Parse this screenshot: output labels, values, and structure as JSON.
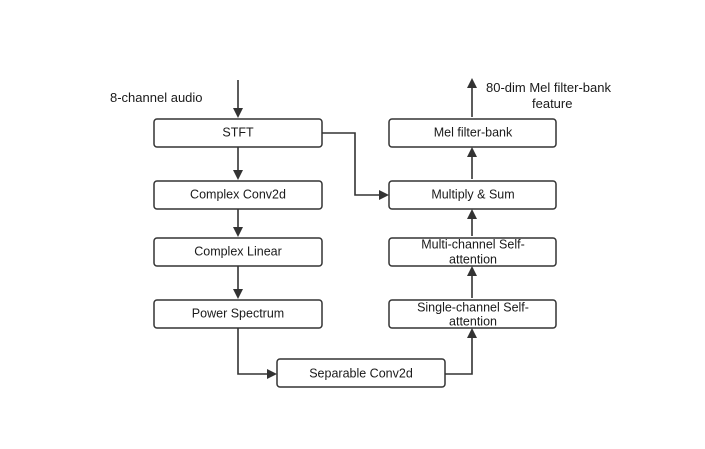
{
  "diagram": {
    "input_label": "8-channel audio",
    "output_label_line1": "80-dim Mel filter-bank",
    "output_label_line2": "feature",
    "nodes": {
      "stft": "STFT",
      "complex_conv2d": "Complex Conv2d",
      "complex_linear": "Complex Linear",
      "power_spectrum": "Power Spectrum",
      "separable_conv2d": "Separable Conv2d",
      "single_channel_line1": "Single-channel Self-",
      "single_channel_line2": "attention",
      "multi_channel_line1": "Multi-channel Self-",
      "multi_channel_line2": "attention",
      "multiply_sum": "Multiply & Sum",
      "mel_filter_bank": "Mel filter-bank"
    }
  }
}
